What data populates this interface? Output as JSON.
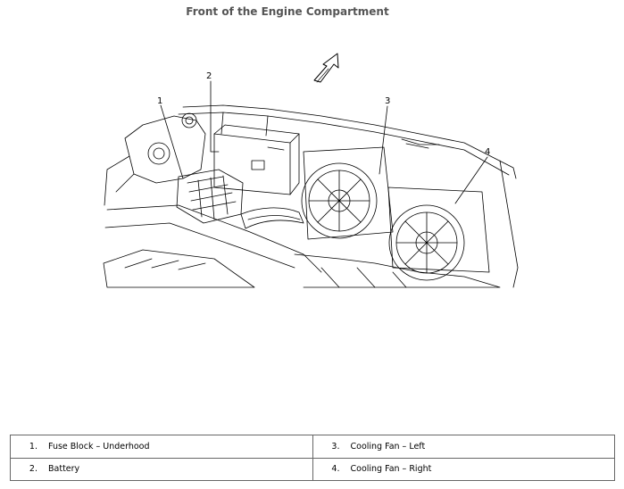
{
  "title": "Front of the Engine Compartment",
  "callouts": [
    "1",
    "2",
    "3",
    "4"
  ],
  "legend": [
    {
      "num": "1.",
      "label": "Fuse Block – Underhood"
    },
    {
      "num": "3.",
      "label": "Cooling Fan – Left"
    },
    {
      "num": "2.",
      "label": "Battery"
    },
    {
      "num": "4.",
      "label": "Cooling Fan – Right"
    }
  ]
}
